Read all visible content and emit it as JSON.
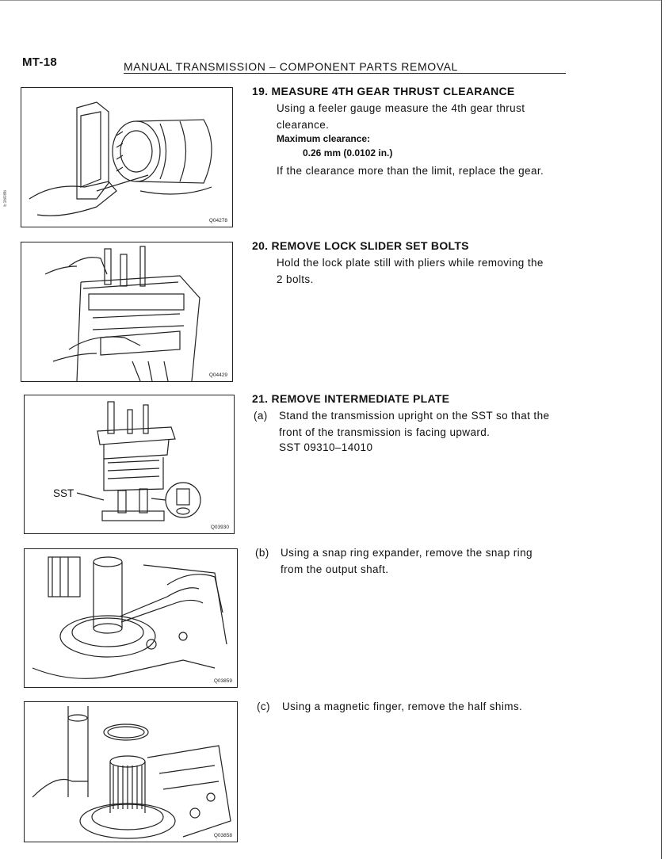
{
  "header": {
    "page_code": "MT-18",
    "title": "MANUAL TRANSMISSION – COMPONENT PARTS REMOVAL"
  },
  "side_mark": "E16086",
  "figures": [
    {
      "code": "Q04278"
    },
    {
      "code": "Q04429"
    },
    {
      "code": "Q03930",
      "label": "SST"
    },
    {
      "code": "Q03859"
    },
    {
      "code": "Q03858"
    }
  ],
  "steps": [
    {
      "title": "19. MEASURE 4TH GEAR THRUST CLEARANCE",
      "line1": "Using a feeler gauge measure the 4th gear thrust",
      "line2": "clearance.",
      "spec_label": "Maximum clearance:",
      "spec_value": "0.26 mm (0.0102 in.)",
      "line3": "If the clearance more than the limit, replace the gear."
    },
    {
      "title": "20. REMOVE LOCK SLIDER SET BOLTS",
      "line1": "Hold the lock plate still with pliers while removing the",
      "line2": "2 bolts."
    },
    {
      "title": "21. REMOVE INTERMEDIATE PLATE",
      "a_label": "(a)",
      "a_line1": "Stand the transmission upright on the SST so that the",
      "a_line2": "front of the transmission is facing upward.",
      "a_line3": "SST 09310–14010",
      "b_label": "(b)",
      "b_line1": "Using a snap ring expander, remove the snap ring",
      "b_line2": "from the output shaft.",
      "c_label": "(c)",
      "c_line1": "Using a magnetic finger, remove the half shims."
    }
  ]
}
